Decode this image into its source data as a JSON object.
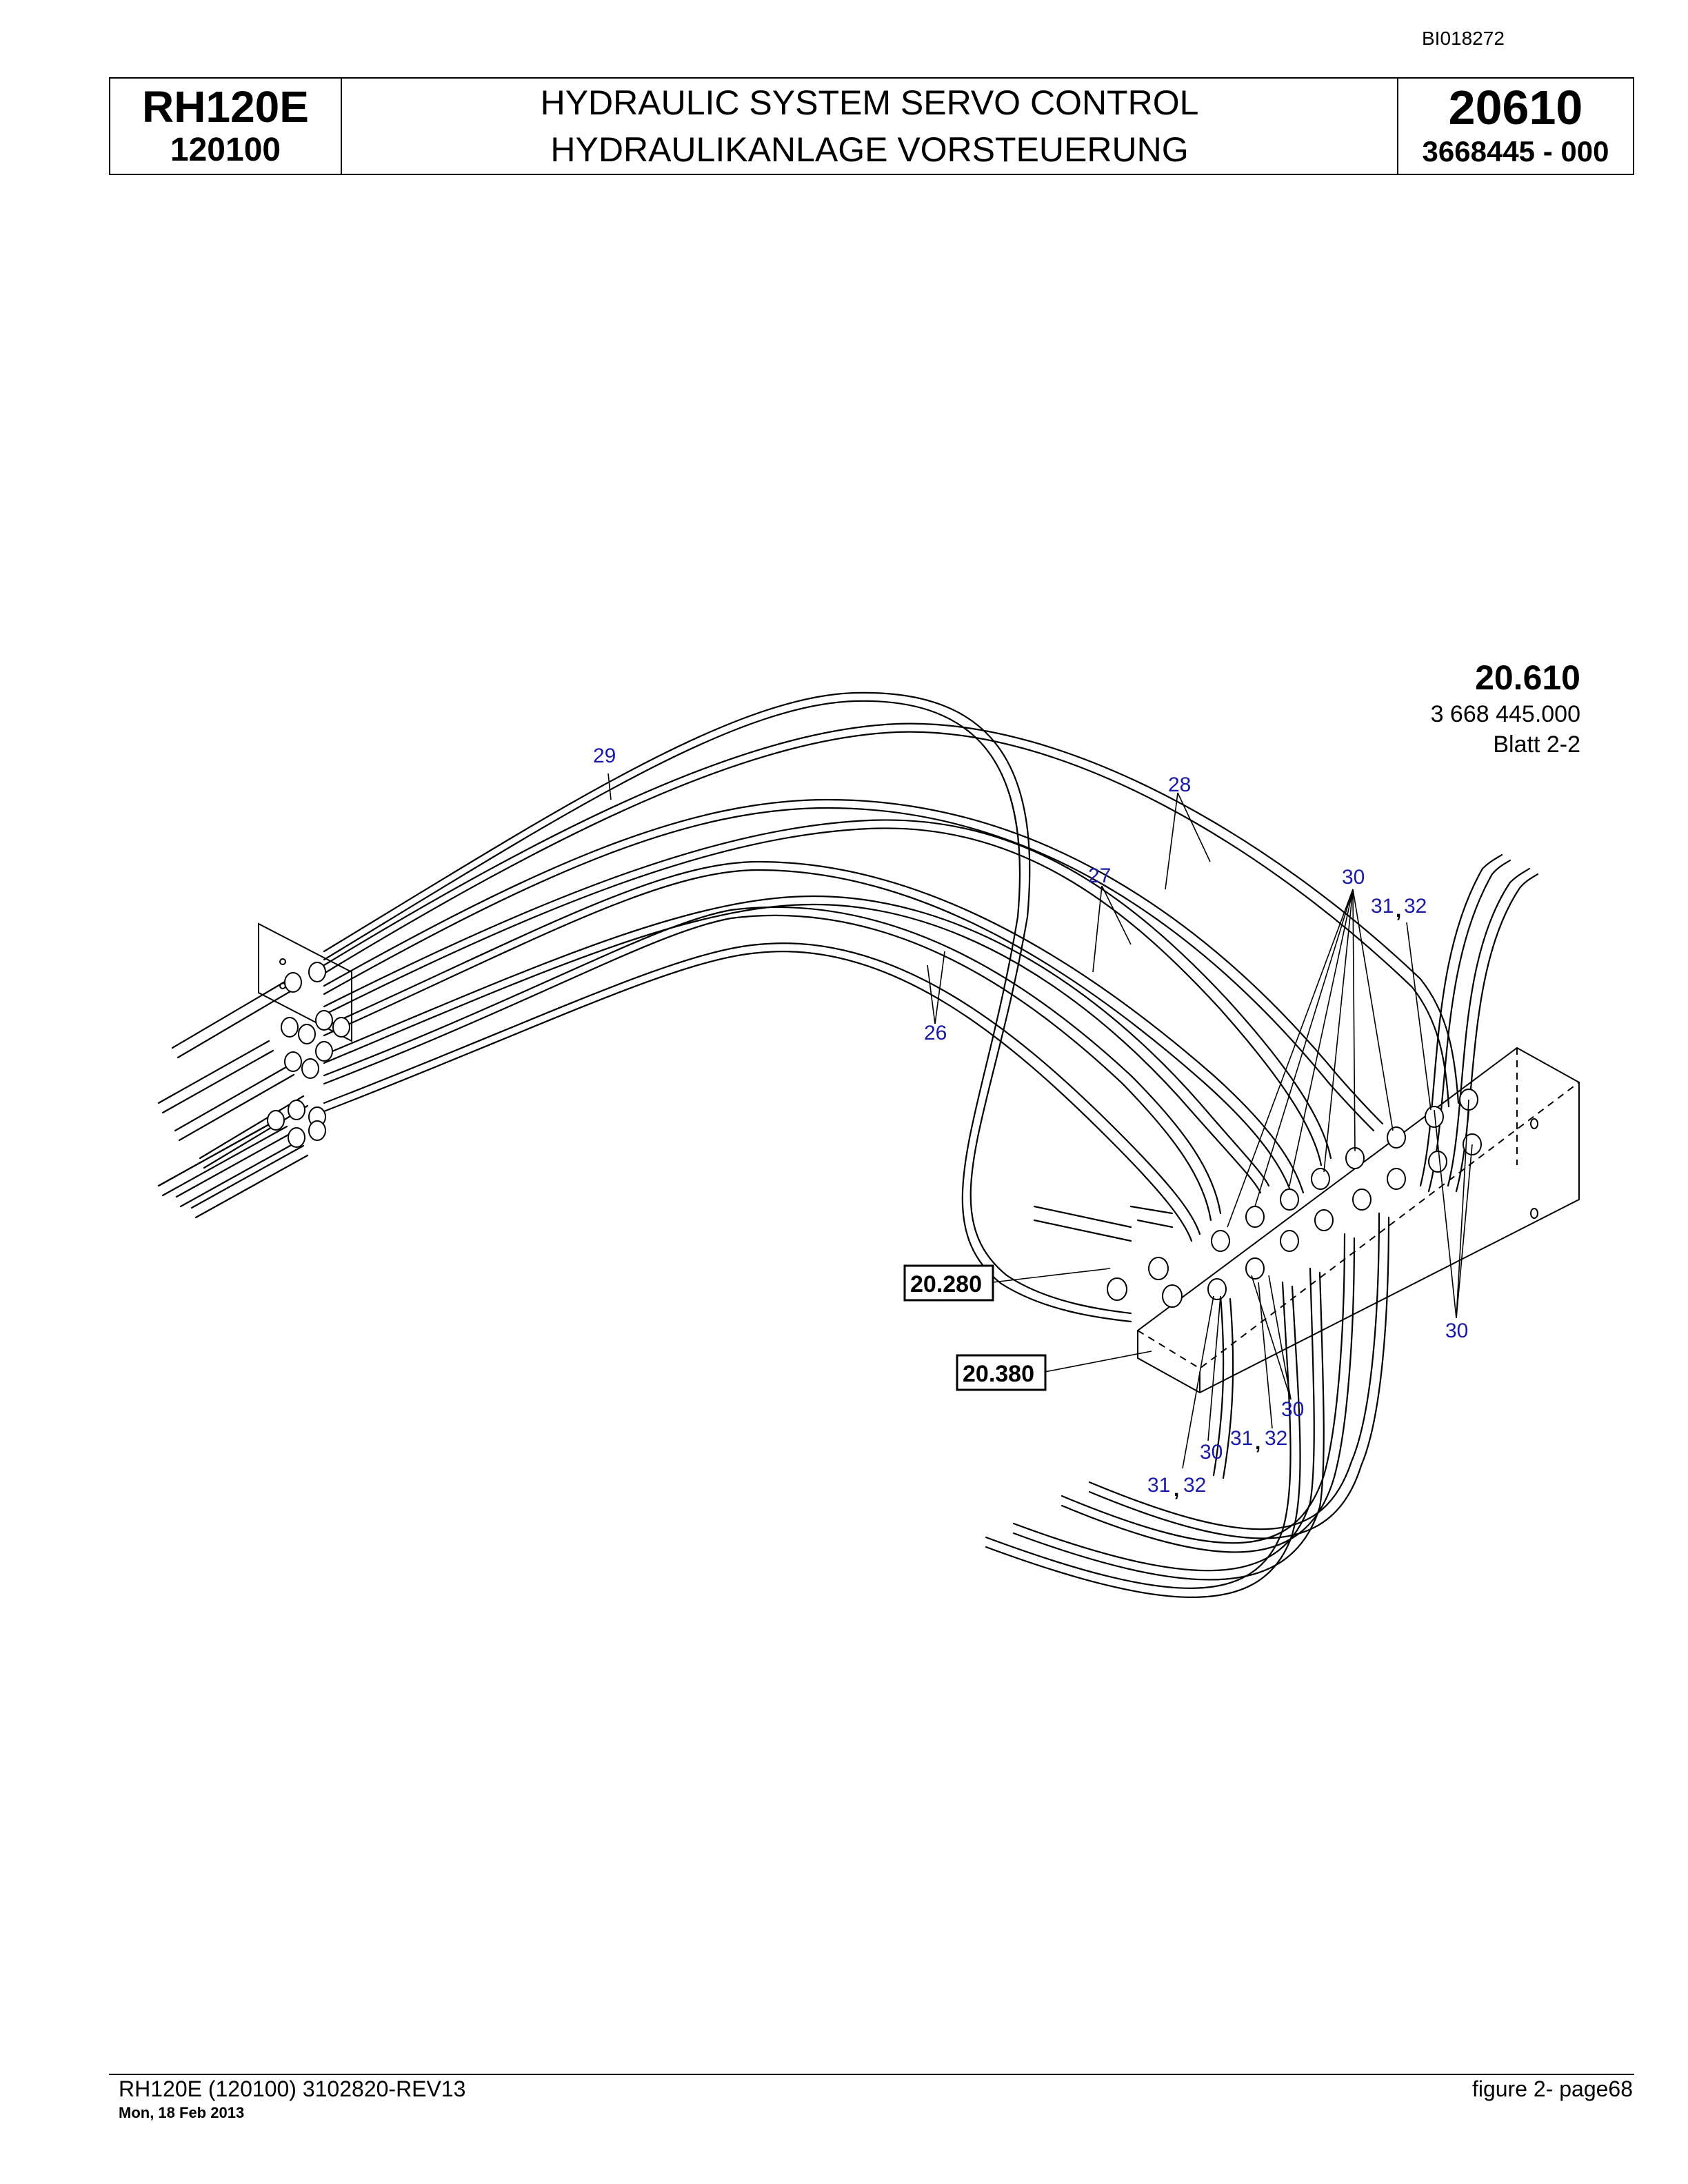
{
  "header": {
    "doc_id": "BI018272",
    "model": "RH120E",
    "serial": "120100",
    "title_en": "HYDRAULIC SYSTEM SERVO CONTROL",
    "title_de": "HYDRAULIKANLAGE VORSTEUERUNG",
    "group": "20610",
    "part_number": "3668445 - 000"
  },
  "figure": {
    "number": "20.610",
    "code": "3 668 445.000",
    "sheet": "Blatt 2-2"
  },
  "callouts": {
    "c29": "29",
    "c28": "28",
    "c27": "27",
    "c26": "26",
    "c30_top": "30",
    "c31_top": "31",
    "c32_top": "32",
    "c30_right": "30",
    "c30_bottom_a": "30",
    "c31_bottom_a": "31",
    "c32_bottom_a": "32",
    "c30_bottom_b": "30",
    "c31_bottom_b": "31",
    "c32_bottom_b": "32",
    "comma": ","
  },
  "references": {
    "ref_20280": "20.280",
    "ref_20380": "20.380"
  },
  "footer": {
    "left": "RH120E (120100) 3102820-REV13",
    "date": "Mon, 18 Feb 2013",
    "right": "figure  2- page68"
  }
}
